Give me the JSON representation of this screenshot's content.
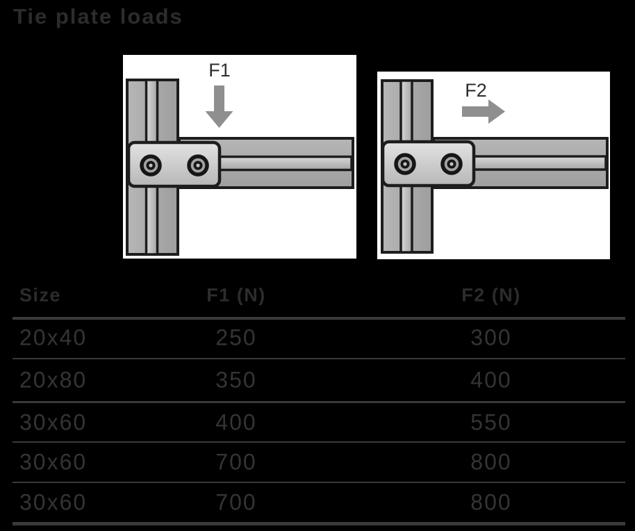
{
  "title": "Tie plate loads",
  "diagrams": [
    {
      "label": "F1",
      "arrow_icon": "down-arrow-icon",
      "direction": "down",
      "description": "T-joint of two aluminium profiles connected by a tie plate with two bolts, vertical force F1"
    },
    {
      "label": "F2",
      "arrow_icon": "right-arrow-icon",
      "direction": "right",
      "description": "T-joint of two aluminium profiles connected by a tie plate with two bolts, horizontal force F2"
    }
  ],
  "table": {
    "columns": [
      "Size",
      "F1 (N)",
      "F2 (N)"
    ],
    "rows": [
      {
        "size": "20x40",
        "f1": "250",
        "f2": "300"
      },
      {
        "size": "20x80",
        "f1": "350",
        "f2": "400"
      },
      {
        "size": "30x60",
        "f1": "400",
        "f2": "550"
      },
      {
        "size": "30x60",
        "f1": "700",
        "f2": "800"
      },
      {
        "size": "30x60",
        "f1": "700",
        "f2": "800"
      }
    ]
  },
  "colors": {
    "background": "#000000",
    "panel": "#ffffff",
    "outline": "#1d1d1d",
    "profile_gray": "#a8a8a8",
    "plate_gray": "#d5d5d5",
    "arrow_gray": "#8f8f8f",
    "text_gray": "#343434",
    "line_gray": "#3a3a3a"
  }
}
